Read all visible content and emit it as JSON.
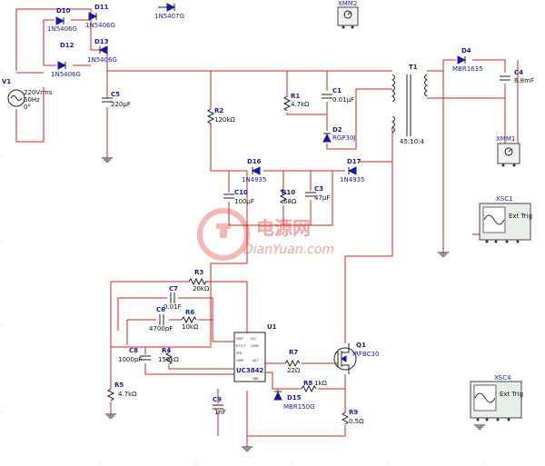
{
  "watermark": {
    "logo": "电源网",
    "site": "DianYuan.com"
  },
  "source": {
    "name": "V1",
    "amplitude": "220Vrms",
    "freq": "50Hz",
    "phase": "0°"
  },
  "bridge": {
    "d10": {
      "ref": "D10",
      "part": "1N5406G"
    },
    "d11": {
      "ref": "D11",
      "part": "1N5406G"
    },
    "d12": {
      "ref": "D12",
      "part": "1N5406G"
    },
    "d13": {
      "ref": "D13",
      "part": "1N5406G"
    },
    "d_top": {
      "part": "1N5407G"
    }
  },
  "c5": {
    "ref": "C5",
    "value": "220µF"
  },
  "r2": {
    "ref": "R2",
    "value": "120kΩ"
  },
  "r1": {
    "ref": "R1",
    "value": "4.7kΩ"
  },
  "c1": {
    "ref": "C1",
    "value": "0.01µF"
  },
  "d2": {
    "ref": "D2",
    "part": "RGP30J"
  },
  "t1": {
    "ref": "T1",
    "ratio": "45:10:4"
  },
  "d4": {
    "ref": "D4",
    "part": "MBR1635"
  },
  "c4": {
    "ref": "C4",
    "value": "6.8mF"
  },
  "xmm1": {
    "ref": "XMM1"
  },
  "xmm2": {
    "ref": "XMM2"
  },
  "xsc1": {
    "ref": "XSC1",
    "ext": "Ext Trig"
  },
  "xsc4": {
    "ref": "XSC4",
    "ext": "Ext Trig"
  },
  "d16": {
    "ref": "D16",
    "part": "1N4935"
  },
  "d17": {
    "ref": "D17",
    "part": "1N4935"
  },
  "c10": {
    "ref": "C10",
    "value": "100µF"
  },
  "r10": {
    "ref": "R10",
    "value": "68Ω"
  },
  "c3": {
    "ref": "C3",
    "value": "47µF"
  },
  "r3": {
    "ref": "R3",
    "value": "20kΩ"
  },
  "c7": {
    "ref": "C7",
    "value": "0.01F"
  },
  "c6": {
    "ref": "C6",
    "value": "4700pF"
  },
  "r6": {
    "ref": "R6",
    "value": "10kΩ"
  },
  "c8": {
    "ref": "C8",
    "value": "1000pF"
  },
  "r4": {
    "ref": "R4",
    "value": "150kΩ"
  },
  "r5": {
    "ref": "R5",
    "value": "4.7kΩ"
  },
  "u1": {
    "ref": "U1",
    "part": "UC3842",
    "pins": [
      "VREF",
      "VCC",
      "RT/CT",
      "VFB",
      "COMP",
      "ISEN",
      "OUT",
      "GND"
    ]
  },
  "r7": {
    "ref": "R7",
    "value": "22Ω"
  },
  "q1": {
    "ref": "Q1",
    "part": "IRFBC30"
  },
  "c9": {
    "ref": "C9",
    "value": "1nF"
  },
  "d15": {
    "ref": "D15",
    "part": "MBR150G"
  },
  "r8": {
    "ref": "R8",
    "value": "1kΩ"
  },
  "r9": {
    "ref": "R9",
    "value": "0.5Ω"
  }
}
